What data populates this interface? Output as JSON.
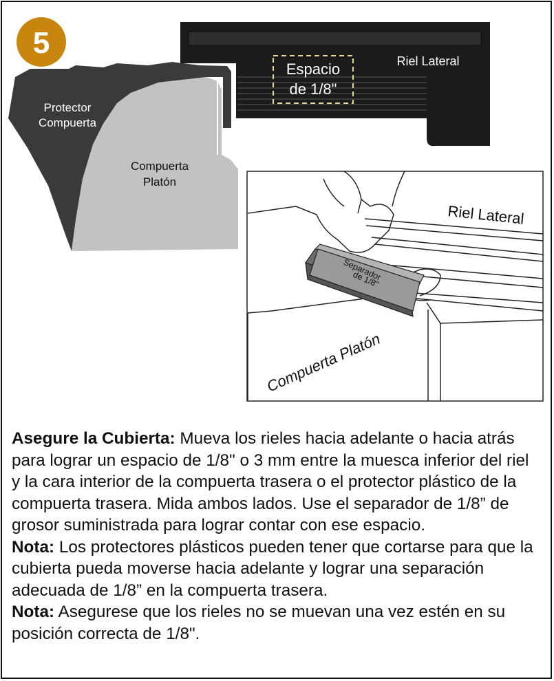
{
  "step_number": "5",
  "colors": {
    "step_badge": "#c8860f",
    "rail_dark": "#1b1b1b",
    "protector_dark": "#3a3a3a",
    "tailgate_light": "#c2c2c2",
    "spacer_gray": "#8f8f8f",
    "gap_dashes": "#e6d98a"
  },
  "diagram": {
    "rail_label": "Riel Lateral",
    "gap_label_line1": "Espacio",
    "gap_label_line2": "de 1/8\"",
    "protector_label_line1": "Protector",
    "protector_label_line2": "Compuerta",
    "tailgate_label_line1": "Compuerta",
    "tailgate_label_line2": "Platón"
  },
  "detail": {
    "rail_label": "Riel Lateral",
    "spacer_label_line1": "Separador",
    "spacer_label_line2": "de 1/8\"",
    "tailgate_label": "Compuerta Platón"
  },
  "instructions": {
    "p1_title": "Asegure la Cubierta:",
    "p1_text": " Mueva los rieles hacia adelante o hacia atrás para lograr un espacio de 1/8\" o 3 mm entre la muesca inferior del riel y la cara interior de la compuerta trasera o el protector plástico de la compuerta trasera. Mida ambos lados. Use el separador de 1/8” de grosor suministrada para lograr contar con ese espacio.",
    "n1_title": "Nota:",
    "n1_text": " Los protectores plásticos pueden tener que cortarse para que la cubierta pueda moverse hacia adelante y lograr una separación adecuada de 1/8” en la compuerta trasera.",
    "n2_title": "Nota:",
    "n2_text": " Asegurese que los rieles no se muevan una vez estén en su posición correcta de 1/8\"."
  }
}
